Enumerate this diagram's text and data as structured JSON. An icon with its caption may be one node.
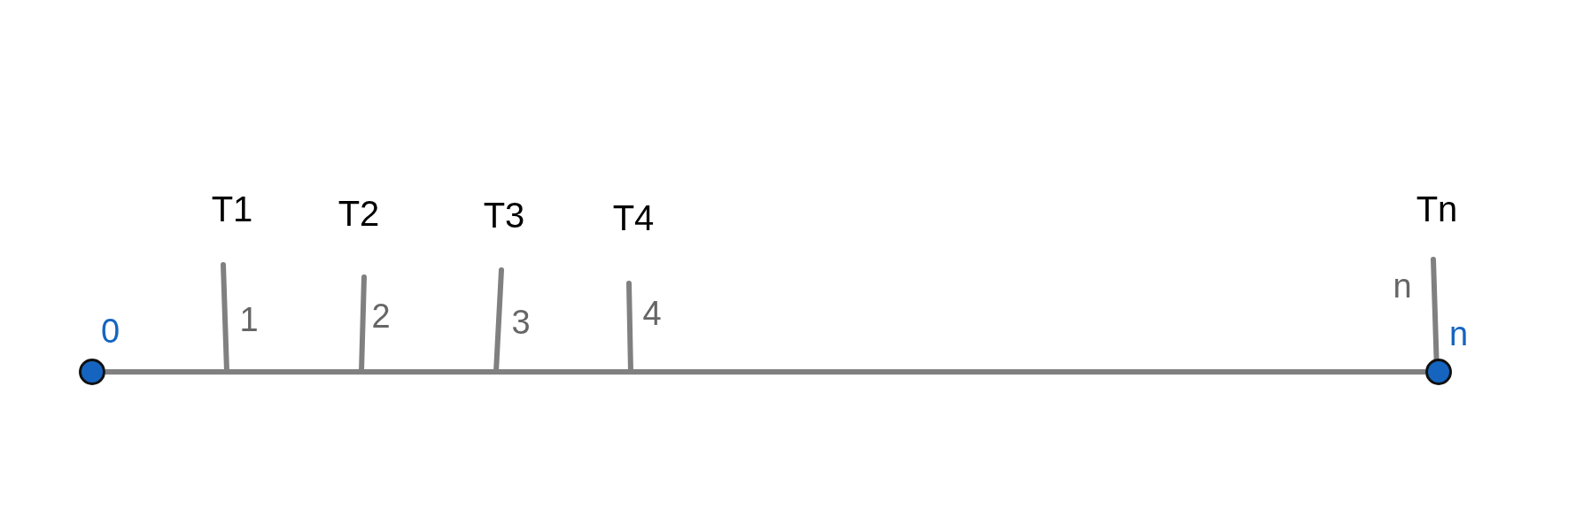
{
  "diagram": {
    "nodes": [
      {
        "text": [],
        "shape": "circle",
        "beside": [
          "0"
        ]
      },
      {
        "text": [],
        "shape": "circle",
        "beside": [
          "n"
        ]
      }
    ],
    "edges": [
      {
        "from": 0,
        "to": 1,
        "arrow": "none"
      }
    ],
    "labels": [
      "T1",
      "1",
      "T2",
      "2",
      "T3",
      "3",
      "T4",
      "4",
      "Tn",
      "n"
    ]
  }
}
